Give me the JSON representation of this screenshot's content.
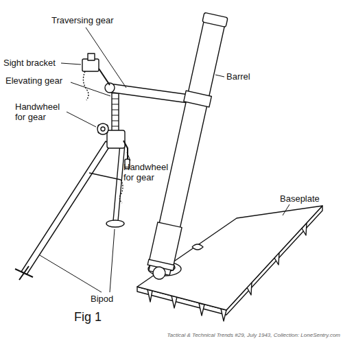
{
  "diagram": {
    "caption": "Fig 1",
    "labels": [
      "Traversing gear",
      "Sight bracket",
      "Elevating gear",
      "Handwheel for gear",
      "Handwheel for gear",
      "Barrel",
      "Baseplate",
      "Bipod",
      "Tactical & Technical Trends #29, July 1943, Collection: LoneSentry.com"
    ]
  }
}
